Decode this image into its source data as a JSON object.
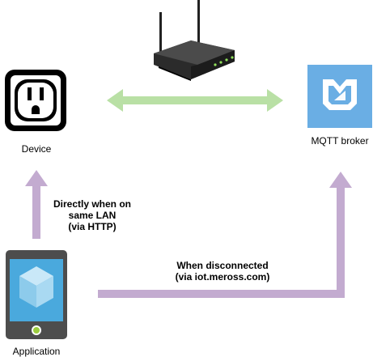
{
  "nodes": {
    "device": {
      "label": "Device",
      "icon": "power-outlet-icon"
    },
    "router": {
      "icon": "wifi-router-icon"
    },
    "broker": {
      "label": "MQTT broker",
      "icon": "meross-logo-icon",
      "color": "#6aaee4"
    },
    "application": {
      "label": "Application",
      "icon": "smartphone-app-icon"
    }
  },
  "edges": {
    "lan": {
      "label_line1": "Directly when on",
      "label_line2": "same LAN",
      "label_line3": "(via HTTP)"
    },
    "cloud": {
      "label_line1": "When disconnected",
      "label_line2": "(via iot.meross.com)"
    }
  },
  "colors": {
    "router_link": "#b9e0a5",
    "app_link": "#c3abd0",
    "outlet": "#000000",
    "phone_body": "#4d4d4d",
    "screen": "#4aa9dd",
    "home_button": "#9ccd3f"
  }
}
